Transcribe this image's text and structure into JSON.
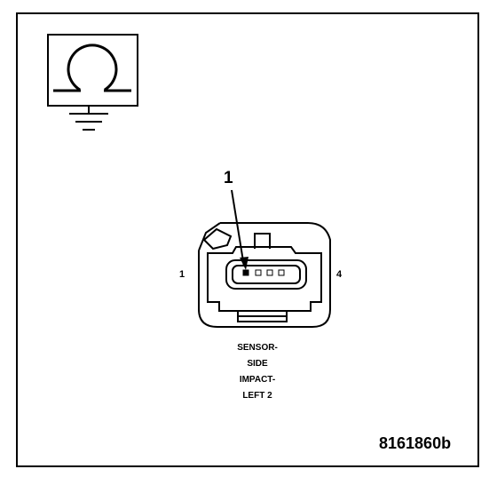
{
  "meter_symbol": "ohmmeter-ground-icon",
  "connector": {
    "callout": "1",
    "pin_left_label": "1",
    "pin_right_label": "4",
    "caption_lines": [
      "SENSOR-",
      "SIDE",
      "IMPACT-",
      "LEFT 2"
    ]
  },
  "figure_id": "8161860b",
  "colors": {
    "ink": "#000000",
    "background": "#ffffff"
  }
}
